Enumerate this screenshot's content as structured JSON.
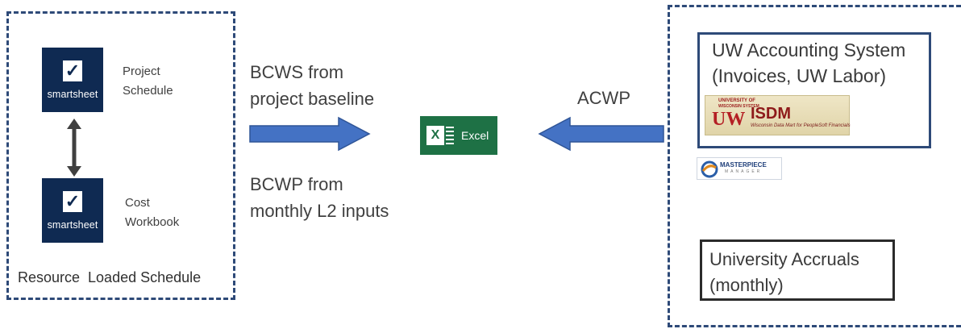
{
  "left_group": {
    "top_app": {
      "logo_text": "smartsheet",
      "label_line1": "Project",
      "label_line2": "Schedule"
    },
    "bottom_app": {
      "logo_text": "smartsheet",
      "label_line1": "Cost",
      "label_line2": "Workbook"
    },
    "caption": "Resource  Loaded Schedule"
  },
  "middle": {
    "bcws_line1": "BCWS from",
    "bcws_line2": "project baseline",
    "bcwp_line1": "BCWP from",
    "bcwp_line2": "monthly L2 inputs",
    "excel_label": "Excel",
    "excel_glyph": "X",
    "acwp": "ACWP"
  },
  "right_group": {
    "uw_accounting_line1": "UW Accounting System",
    "uw_accounting_line2": "(Invoices, UW Labor)",
    "uwisdm_logo": {
      "top": "UNIVERSITY OF",
      "top2": "WISCONSIN SYSTEM",
      "uw": "UW",
      "isdm": "ISDM",
      "tagline": "Wisconsin Data Mart for PeopleSoft Financials"
    },
    "masterpiece_logo": {
      "word": "MASTERPIECE",
      "sub": "MANAGER"
    },
    "accruals_line1": "University Accruals",
    "accruals_line2": "(monthly)"
  },
  "colors": {
    "dashed_border": "#2e4a78",
    "solid_border": "#2e4a78",
    "arrow_fill": "#4472c4",
    "arrow_stroke": "#2f5597",
    "smartsheet_navy": "#0f2a52",
    "excel_green": "#1e7145",
    "connector": "#404040"
  },
  "icons": [
    "smartsheet-logo",
    "excel-icon",
    "uwisdm-logo",
    "masterpiece-logo",
    "double-arrow",
    "right-arrow",
    "left-arrow"
  ]
}
